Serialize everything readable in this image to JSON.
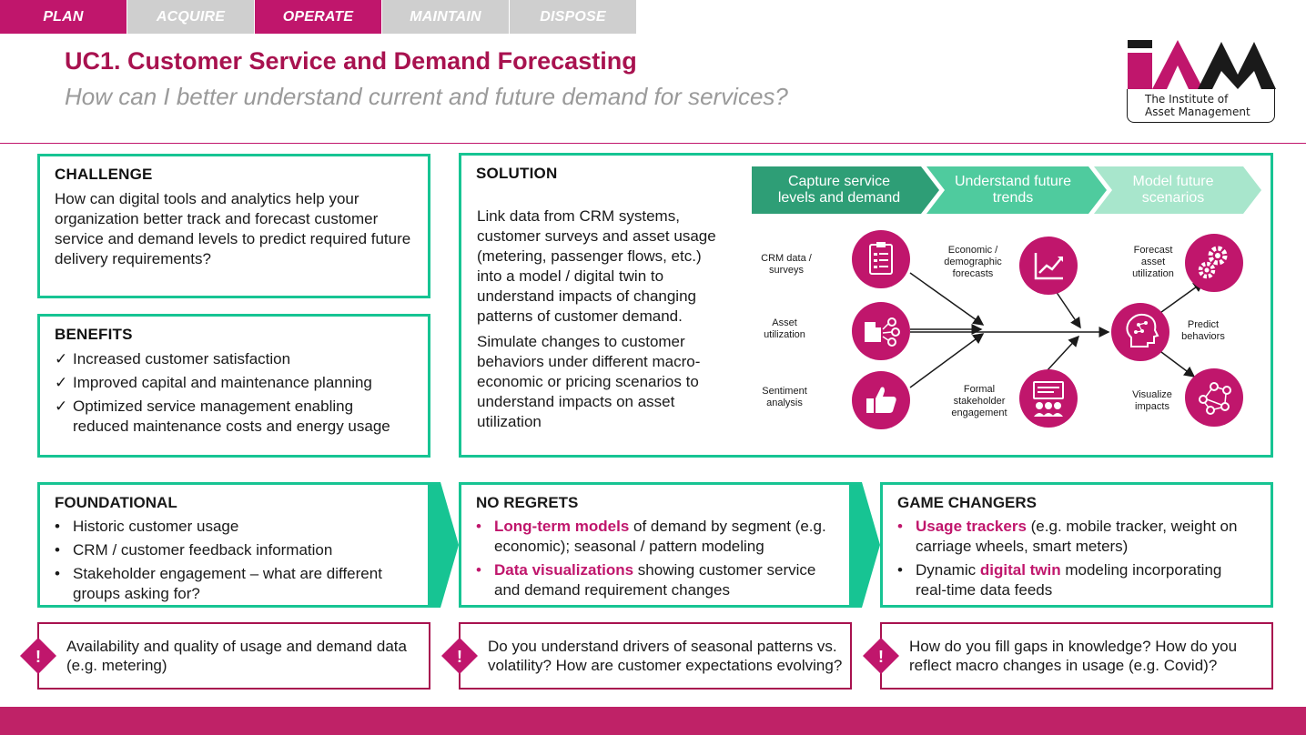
{
  "tabs": [
    {
      "label": "PLAN",
      "active": true
    },
    {
      "label": "ACQUIRE",
      "active": false
    },
    {
      "label": "OPERATE",
      "active": true
    },
    {
      "label": "MAINTAIN",
      "active": false
    },
    {
      "label": "DISPOSE",
      "active": false
    }
  ],
  "header": {
    "title": "UC1. Customer Service and Demand Forecasting",
    "subtitle": "How can I better understand current and future demand for services?"
  },
  "logo": {
    "letters": "IAM",
    "line1": "The Institute of",
    "line2": "Asset Management"
  },
  "challenge": {
    "heading": "CHALLENGE",
    "text": "How can digital tools and analytics help your organization better track and forecast customer service and demand levels to predict required future delivery requirements?"
  },
  "benefits": {
    "heading": "BENEFITS",
    "check": "✓",
    "items": [
      "Increased customer satisfaction",
      "Improved capital and maintenance planning",
      "Optimized service management enabling reduced maintenance costs and energy usage"
    ]
  },
  "solution": {
    "heading": "SOLUTION",
    "para1": "Link data from CRM systems, customer surveys and asset usage (metering, passenger flows, etc.) into a model / digital twin to understand impacts of changing patterns of customer demand.",
    "para2": "Simulate changes to customer behaviors under different macro-economic or pricing scenarios to understand impacts on asset utilization",
    "steps": [
      {
        "label": "Capture service levels and demand",
        "color": "#2e9e76"
      },
      {
        "label": "Understand future trends",
        "color": "#4fcb9e"
      },
      {
        "label": "Model future scenarios",
        "color": "#a8e6cc"
      }
    ],
    "diagram": {
      "inputs": [
        {
          "label": "CRM data / surveys",
          "icon": "clipboard-icon"
        },
        {
          "label": "Asset utilization",
          "icon": "city-network-icon"
        },
        {
          "label": "Sentiment analysis",
          "icon": "thumbs-up-icon"
        }
      ],
      "middle": [
        {
          "label": "Economic / demographic forecasts",
          "icon": "trend-chart-icon"
        },
        {
          "label": "Formal stakeholder engagement",
          "icon": "presentation-icon"
        }
      ],
      "core": {
        "label": "Predict behaviors",
        "icon": "brain-head-icon"
      },
      "outputs": [
        {
          "label": "Forecast asset utilization",
          "icon": "gears-icon"
        },
        {
          "label": "Visualize impacts",
          "icon": "network-icon"
        }
      ]
    }
  },
  "foundational": {
    "heading": "FOUNDATIONAL",
    "bullet": "•",
    "items": [
      "Historic customer usage",
      "CRM / customer feedback information",
      "Stakeholder engagement – what are different groups asking for?"
    ]
  },
  "no_regrets": {
    "heading": "NO REGRETS",
    "bullet": "•",
    "items": [
      {
        "highlight": "Long-term models",
        "text": " of demand by segment (e.g. economic); seasonal / pattern modeling"
      },
      {
        "highlight": "Data visualizations",
        "text": " showing customer service and demand requirement changes"
      }
    ]
  },
  "game_changers": {
    "heading": "GAME CHANGERS",
    "bullet": "•",
    "items": [
      {
        "before": "",
        "highlight": "Usage trackers",
        "after": " (e.g. mobile tracker, weight on carriage wheels, smart meters)"
      },
      {
        "before": "Dynamic ",
        "highlight": "digital twin",
        "after": " modeling incorporating real-time data feeds"
      }
    ]
  },
  "questions": {
    "mark": "!",
    "q1": "Availability and quality of usage and demand data (e.g. metering)",
    "q2": "Do you understand drivers of seasonal patterns vs. volatility? How are customer expectations evolving?",
    "q3": "How do you fill gaps in knowledge? How do you reflect macro changes in usage (e.g. Covid)?"
  },
  "colors": {
    "brand": "#c0166c",
    "title": "#a8124f",
    "border": "#17c493",
    "footer": "#bf2267"
  }
}
